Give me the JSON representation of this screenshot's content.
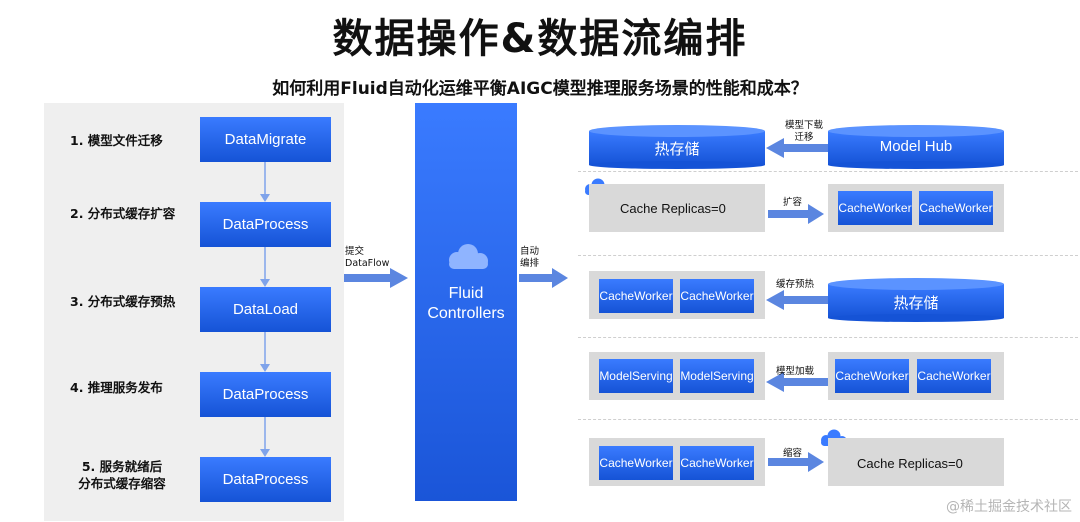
{
  "title": "数据操作&数据流编排",
  "subtitle": "如何利用Fluid自动化运维平衡AIGC模型推理服务场景的性能和成本？",
  "steps": [
    {
      "label": "1. 模型文件迁移",
      "box": "DataMigrate"
    },
    {
      "label": "2. 分布式缓存扩容",
      "box": "DataProcess"
    },
    {
      "label": "3. 分布式缓存预热",
      "box": "DataLoad"
    },
    {
      "label": "4. 推理服务发布",
      "box": "DataProcess"
    },
    {
      "label_line1": "5. 服务就绪后",
      "label_line2": "分布式缓存缩容",
      "box": "DataProcess"
    }
  ],
  "submit": {
    "line1": "提交",
    "line2": "DataFlow"
  },
  "controller": {
    "line1": "Fluid",
    "line2": "Controllers"
  },
  "auto": {
    "line1": "自动",
    "line2": "编排"
  },
  "rows": {
    "r1": {
      "left": "热存储",
      "arrow_line1": "模型下载",
      "arrow_line2": "迁移",
      "right": "Model Hub"
    },
    "r2": {
      "left": "Cache Replicas=0",
      "arrow": "扩容",
      "workers": [
        "Cache Worker",
        "Cache Worker"
      ]
    },
    "r3": {
      "workers": [
        "Cache Worker",
        "Cache Worker"
      ],
      "arrow": "缓存预热",
      "right": "热存储"
    },
    "r4": {
      "left_workers": [
        "Model Serving",
        "Model Serving"
      ],
      "arrow": "模型加载",
      "right_workers": [
        "Cache Worker",
        "Cache Worker"
      ]
    },
    "r5": {
      "workers": [
        "Cache Worker",
        "Cache Worker"
      ],
      "arrow": "缩容",
      "right": "Cache Replicas=0"
    }
  },
  "watermark": "@稀土掘金技术社区",
  "colors": {
    "blue": "#1f5fe8",
    "arrow": "#5b86e0",
    "grey": "#d9d9d9",
    "panel": "#efefef"
  }
}
